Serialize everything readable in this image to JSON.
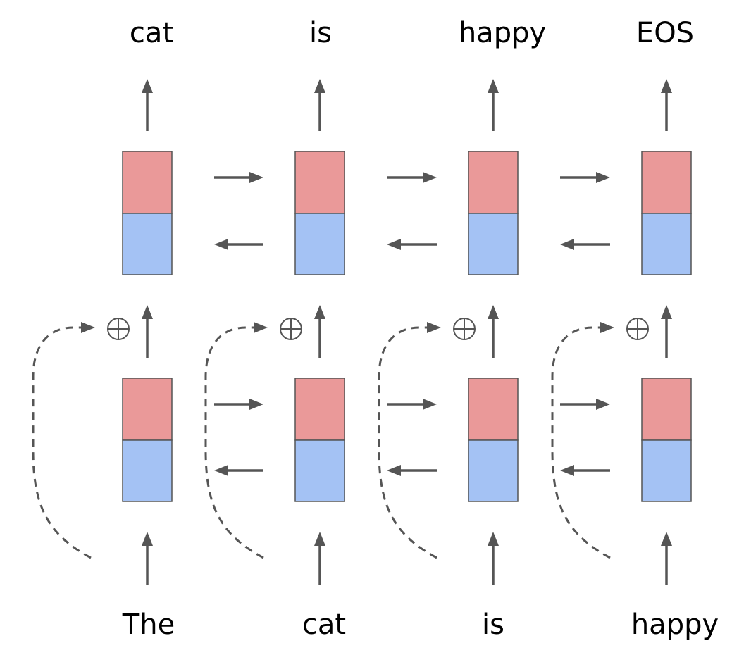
{
  "output_words": [
    "cat",
    "is",
    "happy",
    "EOS"
  ],
  "input_words": [
    "The",
    "cat",
    "is",
    "happy"
  ],
  "colors": {
    "forward_state": "#ea9999",
    "backward_state": "#a4c2f4",
    "arrow": "#555555",
    "text": "#000000"
  },
  "icons": {
    "add": "circled-plus-icon"
  }
}
